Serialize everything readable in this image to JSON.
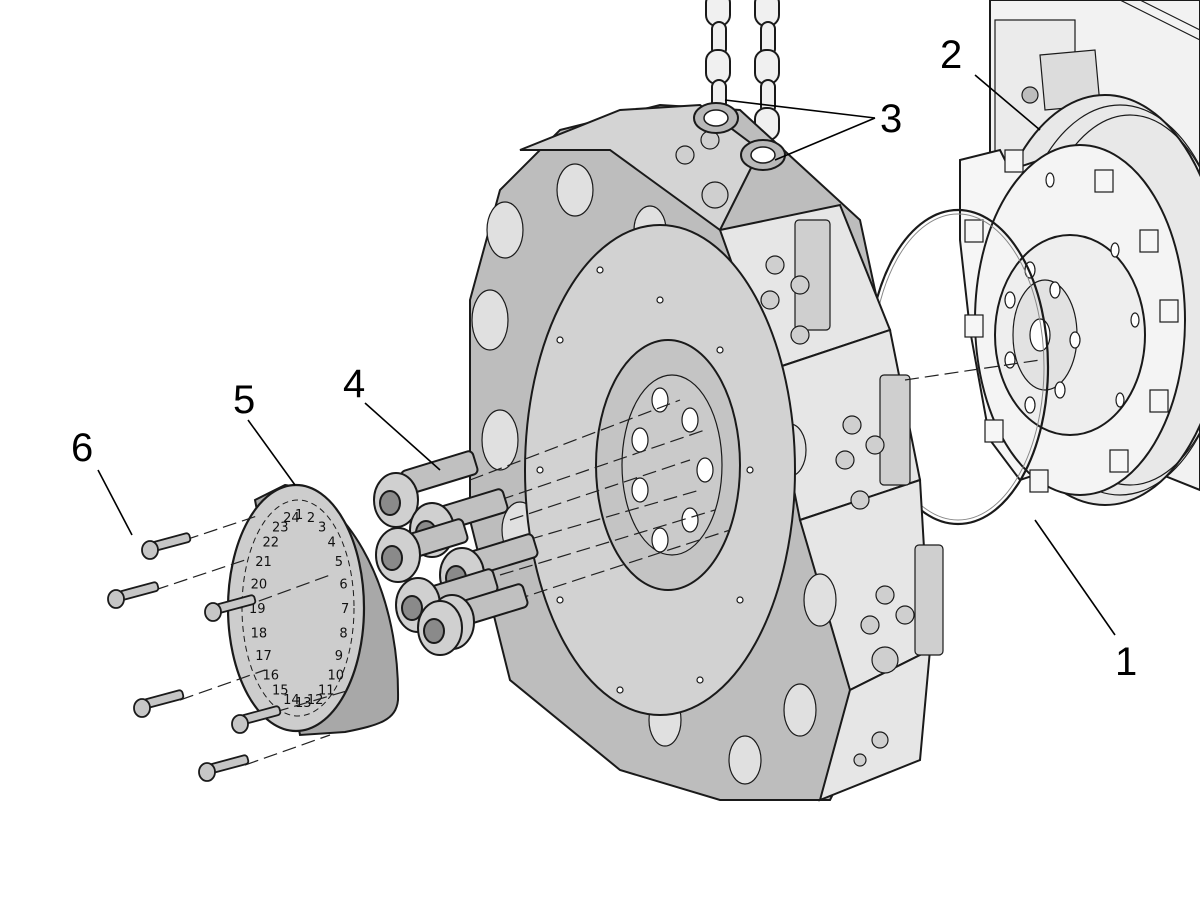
{
  "callouts": [
    {
      "id": "1",
      "label": "1"
    },
    {
      "id": "2",
      "label": "2"
    },
    {
      "id": "3",
      "label": "3"
    },
    {
      "id": "4",
      "label": "4"
    },
    {
      "id": "5",
      "label": "5"
    },
    {
      "id": "6",
      "label": "6"
    }
  ],
  "dial_numbers": [
    "1",
    "2",
    "3",
    "4",
    "5",
    "6",
    "7",
    "8",
    "9",
    "10",
    "11",
    "12",
    "13",
    "14",
    "15",
    "16",
    "17",
    "18",
    "19",
    "20",
    "21",
    "22",
    "23",
    "24"
  ],
  "colors": {
    "part_fill": "#c8c8c8",
    "part_light": "#dedede",
    "part_dark": "#9a9a9a",
    "line": "#1a1a1a",
    "background": "#ffffff"
  }
}
